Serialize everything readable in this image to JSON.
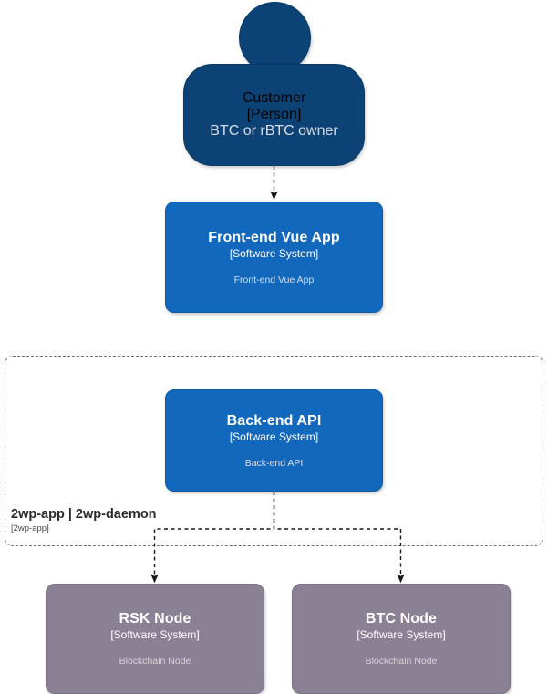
{
  "diagram": {
    "type": "C4 Context diagram",
    "background": "#ffffff"
  },
  "colors": {
    "person_fill": "#0c4275",
    "person_stroke": "#073b63",
    "system_fill": "#1168bd",
    "system_stroke": "#0e5ba6",
    "external_fill": "#8a8194",
    "external_stroke": "#7d7387",
    "node_text": "#ffffff",
    "node_desc_text": "#d8dfe8",
    "external_desc_text": "#d6d2da",
    "boundary_stroke": "#707070",
    "boundary_label": "#2b2b2b",
    "connector": "#1a1a1a"
  },
  "nodes": [
    {
      "id": "customer",
      "shape": "person",
      "title": "Customer",
      "type": "[Person]",
      "description": "BTC or rBTC owner"
    },
    {
      "id": "frontend",
      "shape": "box",
      "title": "Front-end Vue App",
      "type": "[Software System]",
      "description": "Front-end Vue App"
    },
    {
      "id": "backend",
      "shape": "box",
      "title": "Back-end API",
      "type": "[Software System]",
      "description": "Back-end API"
    },
    {
      "id": "rsk",
      "shape": "box",
      "title": "RSK Node",
      "type": "[Software System]",
      "description": "Blockchain Node"
    },
    {
      "id": "btc",
      "shape": "box",
      "title": "BTC Node",
      "type": "[Software System]",
      "description": "Blockchain Node"
    }
  ],
  "boundary": {
    "name": "2wp-app | 2wp-daemon",
    "type": "[2wp-app]"
  },
  "connectors": [
    {
      "from": "customer",
      "to": "frontend",
      "style": "dashed",
      "arrow": "end"
    },
    {
      "from": "backend",
      "to": "rsk",
      "style": "dashed",
      "arrow": "end"
    },
    {
      "from": "backend",
      "to": "btc",
      "style": "dashed",
      "arrow": "end"
    }
  ]
}
